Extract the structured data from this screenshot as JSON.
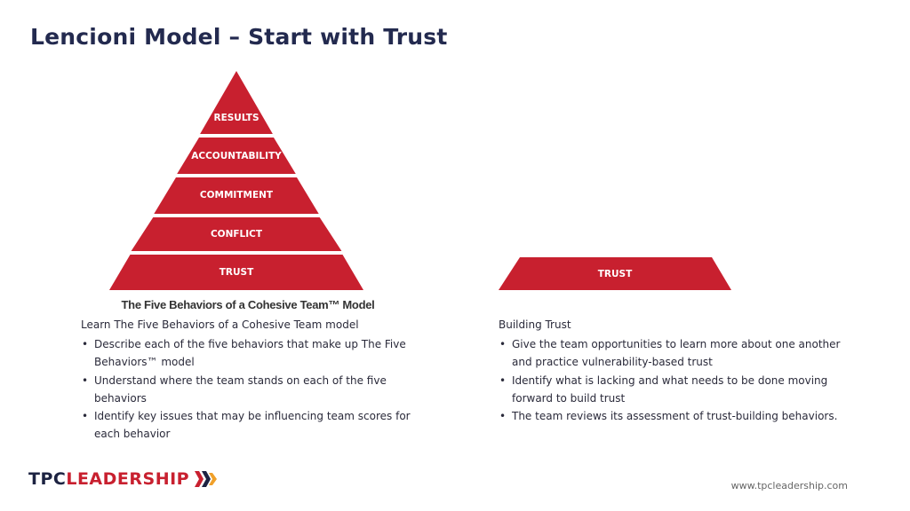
{
  "slide": {
    "title": "Lencioni Model – Start with Trust",
    "colors": {
      "red": "#c8202f",
      "navy": "#232a4f",
      "text": "#2a2a3a"
    }
  },
  "pyramid": {
    "tiers": [
      "RESULTS",
      "ACCOUNTABILITY",
      "COMMITMENT",
      "CONFLICT",
      "TRUST"
    ],
    "caption": "The Five Behaviors of a Cohesive Team™ Model"
  },
  "trust_block": {
    "label": "TRUST"
  },
  "left_column": {
    "heading": "Learn The Five Behaviors of a Cohesive Team model",
    "bullets": [
      "Describe each of the five behaviors that make up The Five Behaviors™ model",
      "Understand where the team stands on each of the five behaviors",
      "Identify key issues that may be influencing team scores for each behavior"
    ]
  },
  "right_column": {
    "heading": "Building Trust",
    "bullets": [
      "Give the team opportunities to learn more about one another and practice vulnerability-based trust",
      "Identify what is lacking and what needs to be done moving forward to build trust",
      "The team reviews its assessment of trust-building behaviors."
    ]
  },
  "footer": {
    "logo_part1": "TPC",
    "logo_part2": "LEADERSHIP",
    "logo_icon": "chevron-mark-icon",
    "website": "www.tpcleadership.com"
  }
}
